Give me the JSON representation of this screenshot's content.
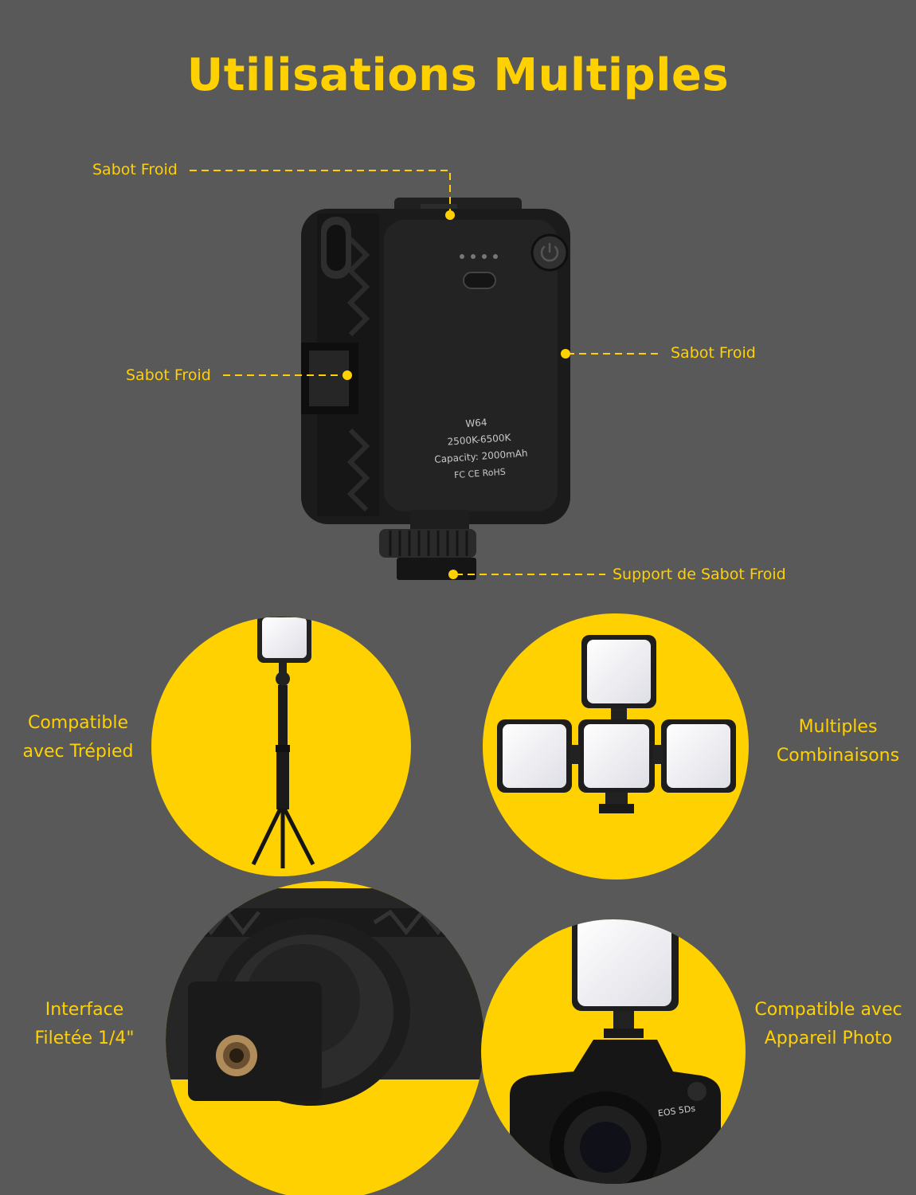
{
  "title": "Utilisations Multiples",
  "callouts": {
    "top": "Sabot Froid",
    "left": "Sabot Froid",
    "right": "Sabot Froid",
    "bottom": "Support de Sabot Froid"
  },
  "device": {
    "model": "W64",
    "color_temp": "2500K-6500K",
    "capacity": "Capacity: 2000mAh",
    "marks": "FC CE RoHS"
  },
  "features": [
    {
      "line1": "Compatible",
      "line2": "avec Trépied"
    },
    {
      "line1": "Multiples",
      "line2": "Combinaisons"
    },
    {
      "line1": "Interface",
      "line2": "Filetée 1/4\""
    },
    {
      "line1": "Compatible avec",
      "line2": "Appareil Photo"
    }
  ],
  "camera_badge": "EOS 5Ds",
  "colors": {
    "background": "#595959",
    "accent": "#FFD100",
    "device": "#1c1c1c"
  }
}
